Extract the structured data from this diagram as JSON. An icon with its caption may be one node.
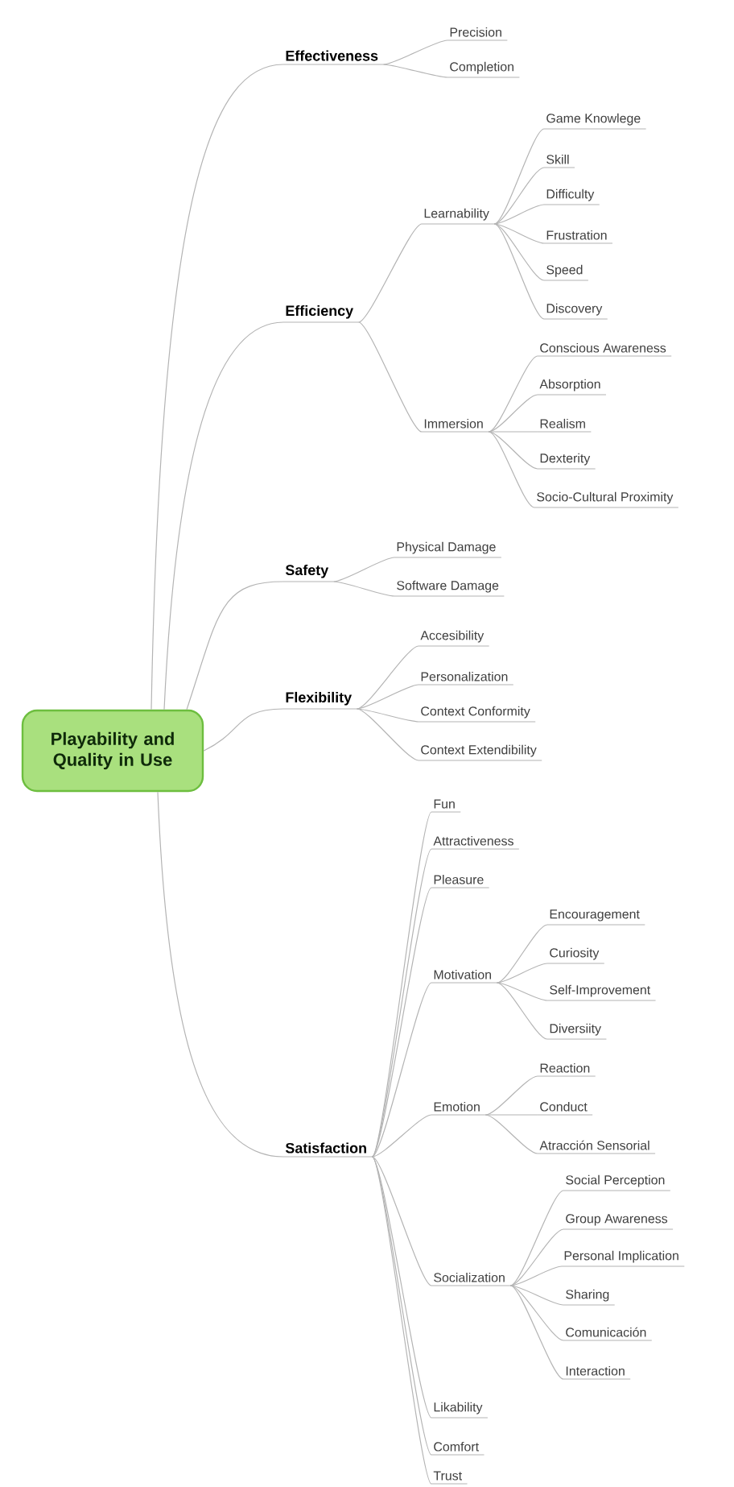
{
  "diagram": {
    "nodes": [
      {
        "text": [
          "Playability and Quality in Use"
        ]
      },
      {
        "text": [
          "Effectiveness"
        ]
      },
      {
        "text": [
          "Precision"
        ]
      },
      {
        "text": [
          "Completion"
        ]
      },
      {
        "text": [
          "Efficiency"
        ]
      },
      {
        "text": [
          "Learnability"
        ]
      },
      {
        "text": [
          "Game Knowlege"
        ]
      },
      {
        "text": [
          "Skill"
        ]
      },
      {
        "text": [
          "Difficulty"
        ]
      },
      {
        "text": [
          "Frustration"
        ]
      },
      {
        "text": [
          "Speed"
        ]
      },
      {
        "text": [
          "Discovery"
        ]
      },
      {
        "text": [
          "Immersion"
        ]
      },
      {
        "text": [
          "Conscious Awareness"
        ]
      },
      {
        "text": [
          "Absorption"
        ]
      },
      {
        "text": [
          "Realism"
        ]
      },
      {
        "text": [
          "Dexterity"
        ]
      },
      {
        "text": [
          "Socio-Cultural Proximity"
        ]
      },
      {
        "text": [
          "Safety"
        ]
      },
      {
        "text": [
          "Physical Damage"
        ]
      },
      {
        "text": [
          "Software Damage"
        ]
      },
      {
        "text": [
          "Flexibility"
        ]
      },
      {
        "text": [
          "Accesibility"
        ]
      },
      {
        "text": [
          "Personalization"
        ]
      },
      {
        "text": [
          "Context Conformity"
        ]
      },
      {
        "text": [
          "Context Extendibility"
        ]
      },
      {
        "text": [
          "Satisfaction"
        ]
      },
      {
        "text": [
          "Fun"
        ]
      },
      {
        "text": [
          "Attractiveness"
        ]
      },
      {
        "text": [
          "Pleasure"
        ]
      },
      {
        "text": [
          "Motivation"
        ]
      },
      {
        "text": [
          "Encouragement"
        ]
      },
      {
        "text": [
          "Curiosity"
        ]
      },
      {
        "text": [
          "Self-Improvement"
        ]
      },
      {
        "text": [
          "Diversiity"
        ]
      },
      {
        "text": [
          "Emotion"
        ]
      },
      {
        "text": [
          "Reaction"
        ]
      },
      {
        "text": [
          "Conduct"
        ]
      },
      {
        "text": [
          "Atracción Sensorial"
        ]
      },
      {
        "text": [
          "Socialization"
        ]
      },
      {
        "text": [
          "Social Perception"
        ]
      },
      {
        "text": [
          "Group Awareness"
        ]
      },
      {
        "text": [
          "Personal Implication"
        ]
      },
      {
        "text": [
          "Sharing"
        ]
      },
      {
        "text": [
          "Comunicación"
        ]
      },
      {
        "text": [
          "Interaction"
        ]
      },
      {
        "text": [
          "Likability"
        ]
      },
      {
        "text": [
          "Comfort"
        ]
      },
      {
        "text": [
          "Trust"
        ]
      }
    ],
    "edges": [
      {
        "from": 0,
        "to": 1,
        "arrow": "none"
      },
      {
        "from": 1,
        "to": 2,
        "arrow": "none"
      },
      {
        "from": 1,
        "to": 3,
        "arrow": "none"
      },
      {
        "from": 0,
        "to": 4,
        "arrow": "none"
      },
      {
        "from": 4,
        "to": 5,
        "arrow": "none"
      },
      {
        "from": 5,
        "to": 6,
        "arrow": "none"
      },
      {
        "from": 5,
        "to": 7,
        "arrow": "none"
      },
      {
        "from": 5,
        "to": 8,
        "arrow": "none"
      },
      {
        "from": 5,
        "to": 9,
        "arrow": "none"
      },
      {
        "from": 5,
        "to": 10,
        "arrow": "none"
      },
      {
        "from": 5,
        "to": 11,
        "arrow": "none"
      },
      {
        "from": 4,
        "to": 12,
        "arrow": "none"
      },
      {
        "from": 12,
        "to": 13,
        "arrow": "none"
      },
      {
        "from": 12,
        "to": 14,
        "arrow": "none"
      },
      {
        "from": 12,
        "to": 15,
        "arrow": "none"
      },
      {
        "from": 12,
        "to": 16,
        "arrow": "none"
      },
      {
        "from": 12,
        "to": 17,
        "arrow": "none"
      },
      {
        "from": 0,
        "to": 18,
        "arrow": "none"
      },
      {
        "from": 18,
        "to": 19,
        "arrow": "none"
      },
      {
        "from": 18,
        "to": 20,
        "arrow": "none"
      },
      {
        "from": 0,
        "to": 21,
        "arrow": "none"
      },
      {
        "from": 21,
        "to": 22,
        "arrow": "none"
      },
      {
        "from": 21,
        "to": 23,
        "arrow": "none"
      },
      {
        "from": 21,
        "to": 24,
        "arrow": "none"
      },
      {
        "from": 21,
        "to": 25,
        "arrow": "none"
      },
      {
        "from": 0,
        "to": 26,
        "arrow": "none"
      },
      {
        "from": 26,
        "to": 27,
        "arrow": "none"
      },
      {
        "from": 26,
        "to": 28,
        "arrow": "none"
      },
      {
        "from": 26,
        "to": 29,
        "arrow": "none"
      },
      {
        "from": 26,
        "to": 30,
        "arrow": "none"
      },
      {
        "from": 30,
        "to": 31,
        "arrow": "none"
      },
      {
        "from": 30,
        "to": 32,
        "arrow": "none"
      },
      {
        "from": 30,
        "to": 33,
        "arrow": "none"
      },
      {
        "from": 30,
        "to": 34,
        "arrow": "none"
      },
      {
        "from": 26,
        "to": 35,
        "arrow": "none"
      },
      {
        "from": 35,
        "to": 36,
        "arrow": "none"
      },
      {
        "from": 35,
        "to": 37,
        "arrow": "none"
      },
      {
        "from": 35,
        "to": 38,
        "arrow": "none"
      },
      {
        "from": 26,
        "to": 39,
        "arrow": "none"
      },
      {
        "from": 39,
        "to": 40,
        "arrow": "none"
      },
      {
        "from": 39,
        "to": 41,
        "arrow": "none"
      },
      {
        "from": 39,
        "to": 42,
        "arrow": "none"
      },
      {
        "from": 39,
        "to": 43,
        "arrow": "none"
      },
      {
        "from": 39,
        "to": 44,
        "arrow": "none"
      },
      {
        "from": 39,
        "to": 45,
        "arrow": "none"
      },
      {
        "from": 26,
        "to": 46,
        "arrow": "none"
      },
      {
        "from": 26,
        "to": 47,
        "arrow": "none"
      },
      {
        "from": 26,
        "to": 48,
        "arrow": "none"
      }
    ]
  }
}
